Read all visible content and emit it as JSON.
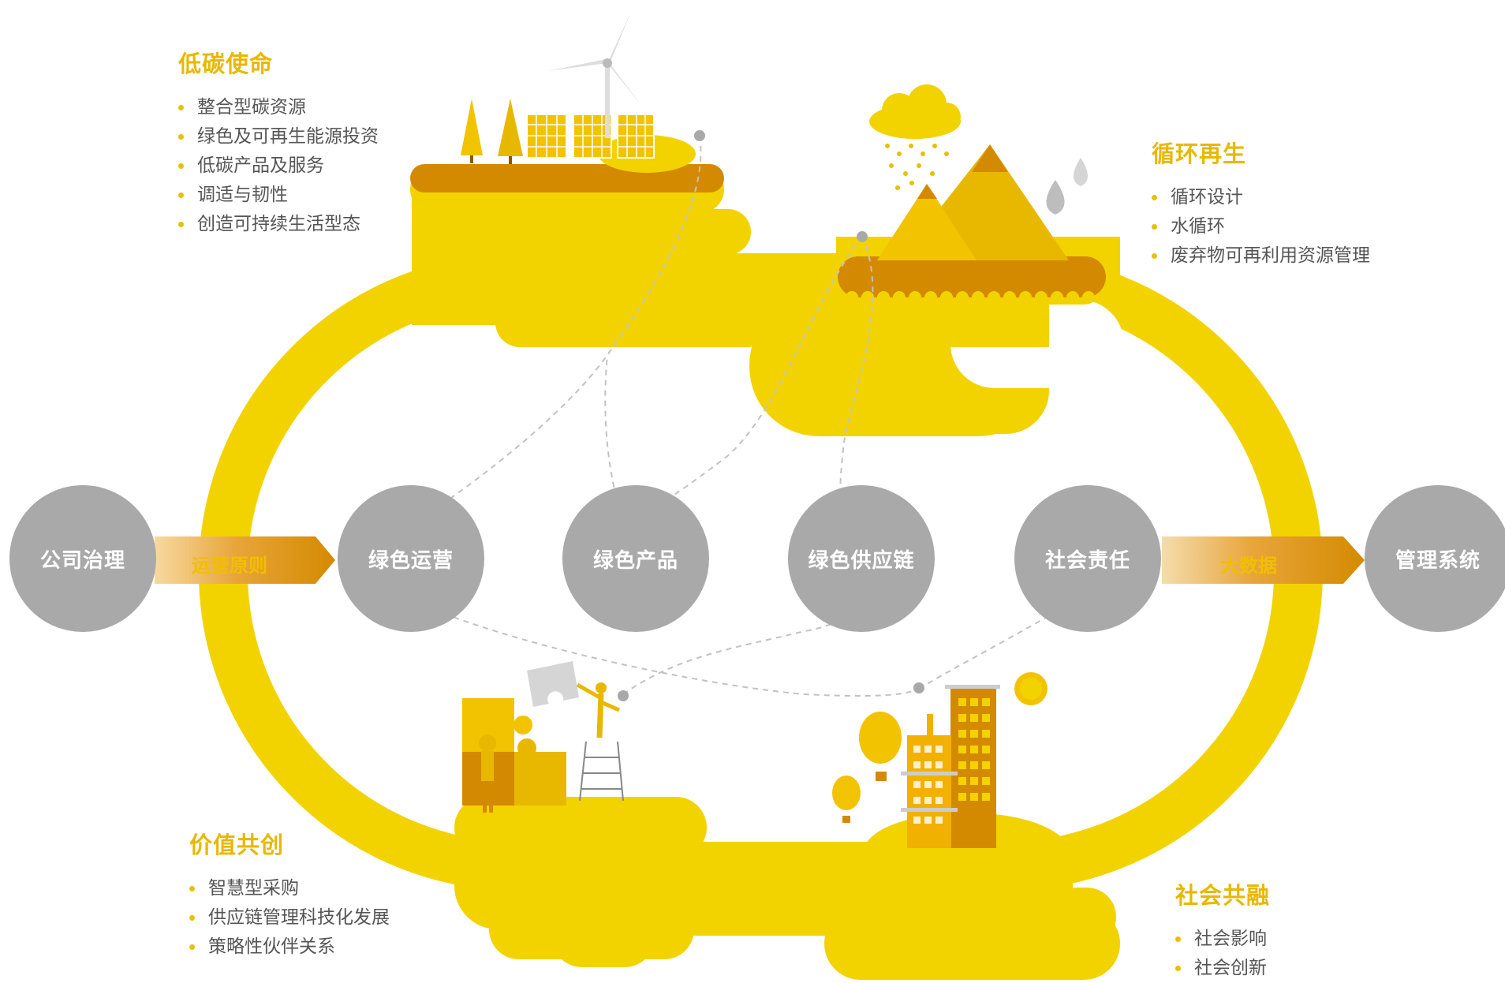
{
  "sections": {
    "low_carbon": {
      "title": "低碳使命",
      "items": [
        "整合型碳资源",
        "绿色及可再生能源投资",
        "低碳产品及服务",
        "调适与韧性",
        "创造可持续生活型态"
      ]
    },
    "circular": {
      "title": "循环再生",
      "items": [
        "循环设计",
        "水循环",
        "废弃物可再利用资源管理"
      ]
    },
    "value": {
      "title": "价值共创",
      "items": [
        "智慧型采购",
        "供应链管理科技化发展",
        "策略性伙伴关系"
      ]
    },
    "social": {
      "title": "社会共融",
      "items": [
        "社会影响",
        "社会创新"
      ]
    }
  },
  "nodes": {
    "governance": "公司治理",
    "green_ops": "绿色运营",
    "green_products": "绿色产品",
    "green_supply": "绿色供应链",
    "social_resp": "社会责任",
    "mgmt_system": "管理系统"
  },
  "arrows": {
    "left": "运营原则",
    "right": "大数据"
  },
  "colors": {
    "yellow": "#f2d300",
    "dark_yellow": "#d48a00",
    "amber": "#e8b800",
    "circle_gray": "#a9a9a9",
    "text_gray": "#555555"
  }
}
